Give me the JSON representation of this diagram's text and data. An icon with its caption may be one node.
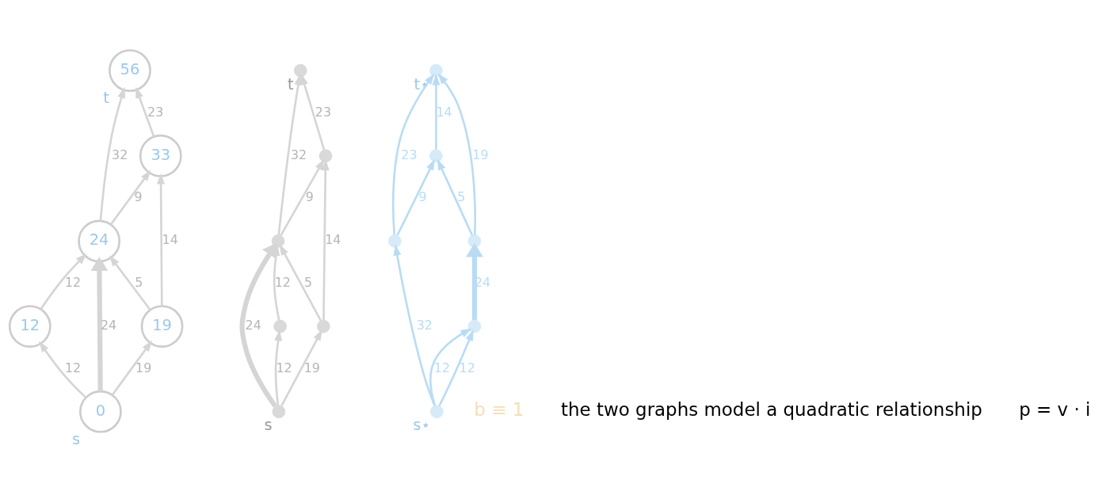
{
  "diagram": {
    "nodes": [
      {
        "text": [
          "0"
        ],
        "beside": [
          "s"
        ]
      },
      {
        "text": [
          "12"
        ]
      },
      {
        "text": [
          "24"
        ]
      },
      {
        "text": [
          "56"
        ],
        "beside": [
          "t"
        ]
      },
      {
        "text": [
          "33"
        ]
      },
      {
        "text": [
          "19"
        ]
      },
      {
        "text": [],
        "shape": "circle",
        "beside": [
          "t"
        ]
      },
      {
        "text": [],
        "shape": "circle"
      },
      {
        "text": [],
        "shape": "circle"
      },
      {
        "text": [],
        "shape": "circle"
      },
      {
        "text": [],
        "shape": "circle"
      },
      {
        "text": [],
        "shape": "circle",
        "beside": [
          "s"
        ]
      },
      {
        "text": [],
        "shape": "circle",
        "beside": [
          "s⋆"
        ]
      },
      {
        "text": [],
        "shape": "circle"
      },
      {
        "text": [],
        "shape": "circle"
      },
      {
        "text": [],
        "shape": "circle"
      },
      {
        "text": [],
        "shape": "circle"
      },
      {
        "text": [],
        "shape": "circle",
        "beside": [
          "t⋆"
        ]
      }
    ],
    "edges": [
      {
        "from": 0,
        "to": 1,
        "arrow": "to",
        "label": "12"
      },
      {
        "from": 0,
        "to": 2,
        "arrow": "to",
        "label": "24",
        "style": "thick"
      },
      {
        "from": 1,
        "to": 2,
        "arrow": "to",
        "label": "12"
      },
      {
        "from": 2,
        "to": 3,
        "arrow": "to",
        "label": "32"
      },
      {
        "from": 2,
        "to": 4,
        "arrow": "to",
        "label": "9"
      },
      {
        "from": 4,
        "to": 3,
        "arrow": "to",
        "label": "23"
      },
      {
        "from": 5,
        "to": 2,
        "arrow": "to",
        "label": "5"
      },
      {
        "from": 0,
        "to": 5,
        "arrow": "to",
        "label": "19"
      },
      {
        "from": 5,
        "to": 4,
        "arrow": "to",
        "label": "14"
      },
      {
        "from": 7,
        "to": 6,
        "arrow": "to",
        "label": "32"
      },
      {
        "from": 8,
        "to": 6,
        "arrow": "to",
        "label": "23"
      },
      {
        "from": 7,
        "to": 8,
        "arrow": "to",
        "label": "9"
      },
      {
        "from": 9,
        "to": 7,
        "arrow": "to",
        "label": "12"
      },
      {
        "from": 11,
        "to": 7,
        "arrow": "to",
        "label": "24",
        "style": "thick"
      },
      {
        "from": 10,
        "to": 7,
        "arrow": "to",
        "label": "5"
      },
      {
        "from": 10,
        "to": 8,
        "arrow": "to",
        "label": "14"
      },
      {
        "from": 11,
        "to": 9,
        "arrow": "to",
        "label": "12"
      },
      {
        "from": 11,
        "to": 10,
        "arrow": "to",
        "label": "19"
      },
      {
        "from": 12,
        "to": 13,
        "arrow": "to",
        "label": "32",
        "color": "#b9dcf4"
      },
      {
        "from": 13,
        "to": 14,
        "arrow": "to",
        "label": "9",
        "color": "#b9dcf4"
      },
      {
        "from": 13,
        "to": 17,
        "arrow": "to",
        "label": "23",
        "color": "#b9dcf4"
      },
      {
        "from": 14,
        "to": 17,
        "arrow": "to",
        "label": "14",
        "color": "#b9dcf4"
      },
      {
        "from": 16,
        "to": 14,
        "arrow": "to",
        "label": "5",
        "color": "#b9dcf4"
      },
      {
        "from": 15,
        "to": 16,
        "arrow": "to",
        "label": "24",
        "style": "thick",
        "color": "#b9dcf4"
      },
      {
        "from": 12,
        "to": 15,
        "arrow": "to",
        "label": "12",
        "color": "#b9dcf4"
      },
      {
        "from": 12,
        "to": 15,
        "arrow": "to",
        "label": "12",
        "color": "#b9dcf4"
      },
      {
        "from": 16,
        "to": 17,
        "arrow": "to",
        "label": "19",
        "color": "#b9dcf4"
      }
    ],
    "labels": [
      "b ≡ 1",
      "the two graphs model a quadratic relationship",
      "p = v · i"
    ]
  }
}
